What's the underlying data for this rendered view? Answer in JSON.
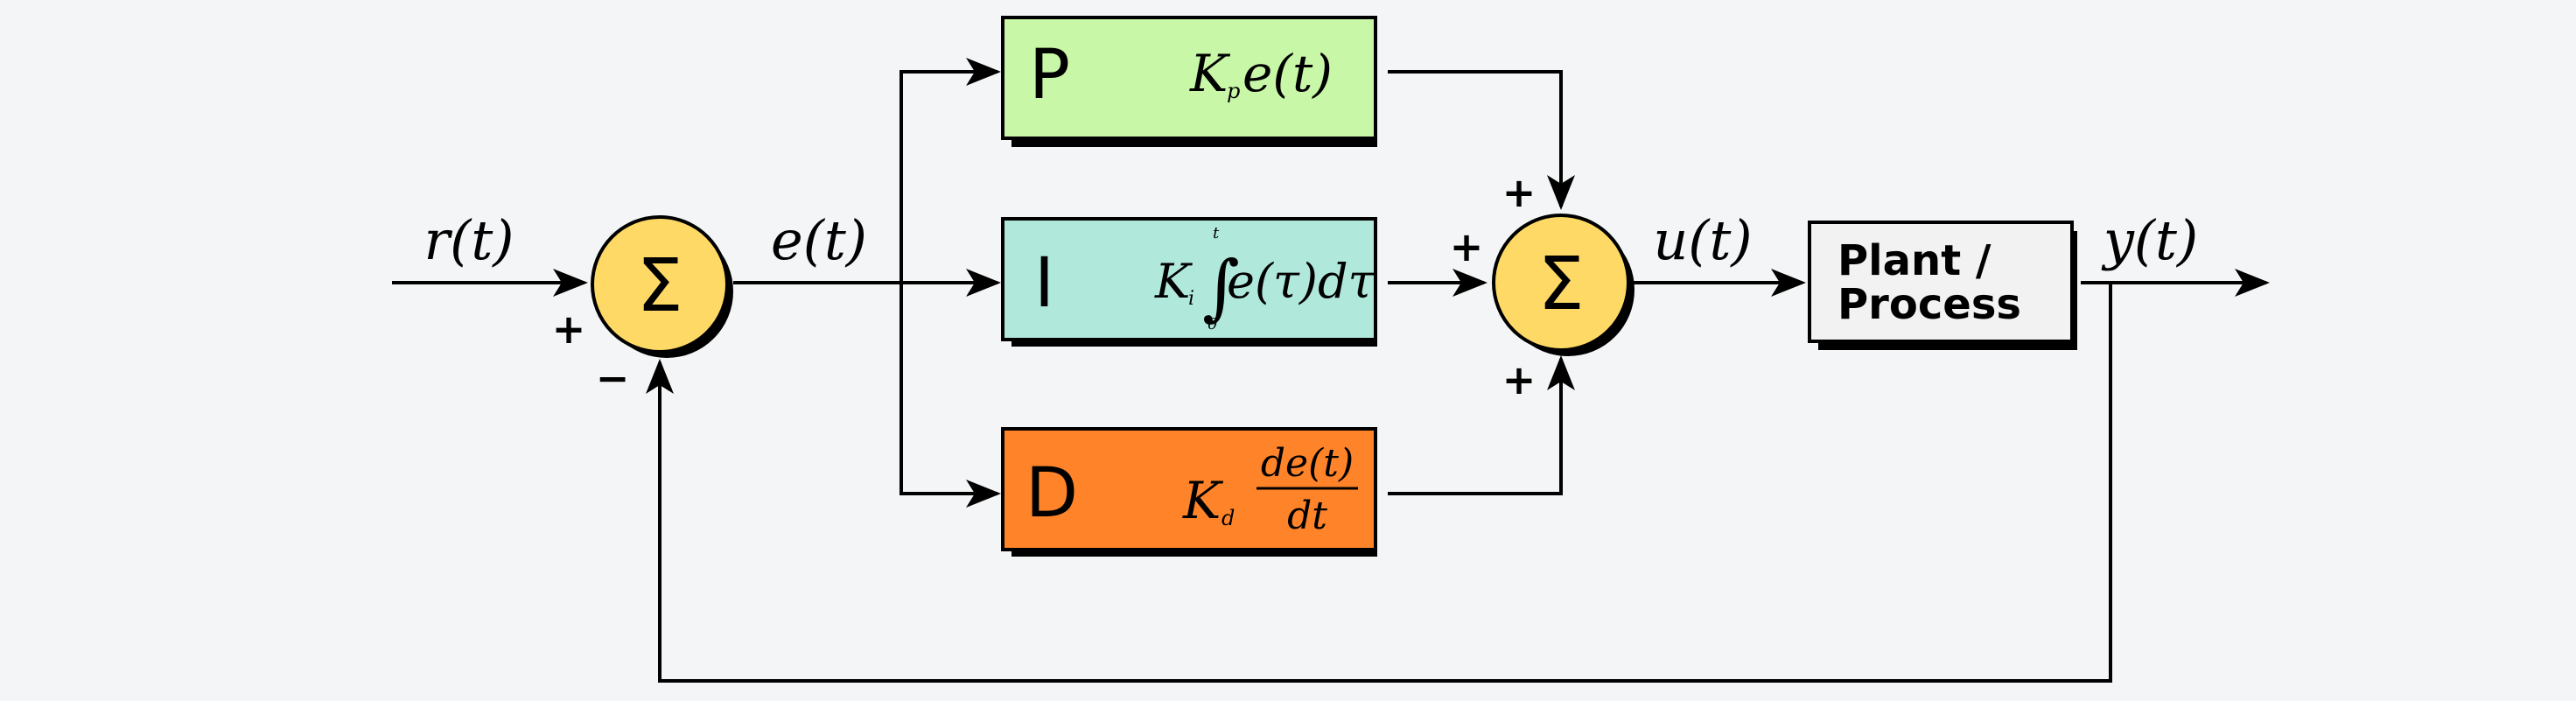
{
  "colors": {
    "background": "#f4f5f6",
    "line": "#000000",
    "shadow": "#000000",
    "sum_fill": "#ffd966",
    "p_fill": "#c9f7a8",
    "i_fill": "#b0e8dc",
    "d_fill": "#ff8329",
    "plant_fill": "#f2f2f2"
  },
  "signals": {
    "reference": "r(t)",
    "error": "e(t)",
    "control": "u(t)",
    "output": "y(t)"
  },
  "sum1": {
    "symbol": "Σ",
    "sign_top": "+",
    "sign_bottom": "−"
  },
  "sum2": {
    "symbol": "Σ",
    "sign_top": "+",
    "sign_left": "+",
    "sign_bottom": "+"
  },
  "blocks": {
    "p": {
      "letter": "P",
      "gain": "K",
      "subscript": "p",
      "term": "e(t)"
    },
    "i": {
      "letter": "I",
      "gain": "K",
      "subscript": "i",
      "upper_limit": "t",
      "lower_limit": "0",
      "integral": "∫",
      "term": "e(τ)dτ"
    },
    "d": {
      "letter": "D",
      "gain": "K",
      "subscript": "d",
      "numerator": "de(t)",
      "denominator": "dt"
    },
    "plant": {
      "line1": "Plant /",
      "line2": "Process"
    }
  }
}
